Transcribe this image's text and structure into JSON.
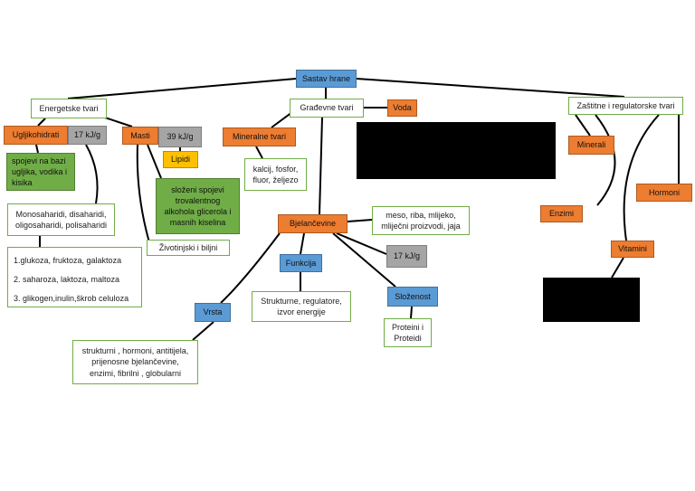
{
  "root": "Sastav hrane",
  "energetske": {
    "label": "Energetske tvari",
    "ugljikohidrati": "Ugljikohidrati",
    "ugljikohidrati_energy": "17 kJ/g",
    "ugljikohidrati_desc": "spojevi na bazi\nugljika, vodika i\nkisika",
    "types": "Monosaharidi, disaharidi,\noligosaharidi, polisaharidi",
    "examples": [
      "1.glukoza, fruktoza, galaktoza",
      "2. saharoza, laktoza, maltoza",
      "3. glikogen,inulin,škrob  celuloza"
    ],
    "masti": "Masti",
    "masti_energy": "39 kJ/g",
    "lipidi": "Lipidi",
    "masti_desc": "složeni spojevi\ntrovalentnog\nalkohola glicerola i\nmasnih kiselina",
    "masti_origin": "Životinjski i biljni"
  },
  "gradjevne": {
    "label": "Građevne tvari",
    "voda": "Voda",
    "mineralne": "Mineralne tvari",
    "mineralne_examples": "kalcij, fosfor,\nfluor, željezo",
    "bjelancevine": "Bjelančevine",
    "sources": "meso, riba, mlijeko,\nmliječni proizvodi, jaja",
    "energy": "17 kJ/g",
    "funkcija": "Funkcija",
    "funkcija_desc": "Strukturne, regulatore,\nizvor energije",
    "slozenost": "Složenost",
    "slozenost_desc": "Proteini i\nProteidi",
    "vrsta": "Vrsta",
    "vrsta_desc": "strukturni , hormoni, antitijela,\nprijenosne bjelančevine,\nenzimi, fibrilni , globularni"
  },
  "zastitne": {
    "label": "Zaštitne i regulatorske tvari",
    "minerali": "Minerali",
    "enzimi": "Enzimi",
    "hormoni": "Hormoni",
    "vitamini": "Vitamini"
  }
}
